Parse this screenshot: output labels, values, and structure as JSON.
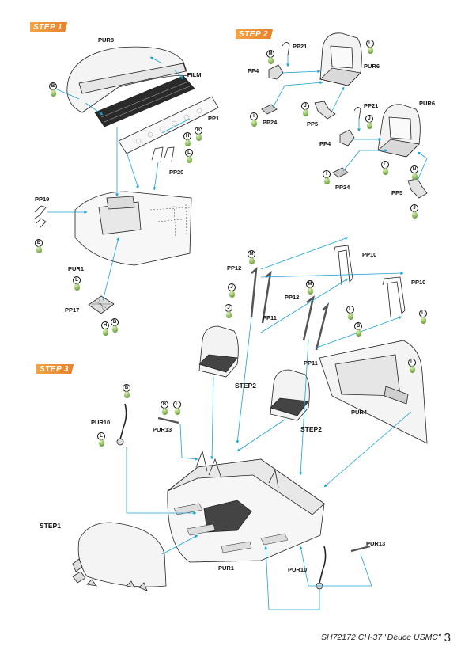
{
  "steps": {
    "step1": "STEP 1",
    "step2": "STEP 2",
    "step3": "STEP 3"
  },
  "parts": {
    "pur8": "PUR8",
    "film": "FILM",
    "pp1": "PP1",
    "pp20": "PP20",
    "pp19": "PP19",
    "pur1_a": "PUR1",
    "pp17": "PP17",
    "pp21_a": "PP21",
    "pp4_a": "PP4",
    "pur6_a": "PUR6",
    "pp24_a": "PP24",
    "pp5_a": "PP5",
    "pp21_b": "PP21",
    "pur6_b": "PUR6",
    "pp4_b": "PP4",
    "pp24_b": "PP24",
    "pp5_b": "PP5",
    "pp12_a": "PP12",
    "pp10_a": "PP10",
    "pp11_a": "PP11",
    "pp12_b": "PP12",
    "pp10_b": "PP10",
    "pp11_b": "PP11",
    "step2_ref_a": "STEP2",
    "step2_ref_b": "STEP2",
    "pur4": "PUR4",
    "pur10_a": "PUR10",
    "pur13_a": "PUR13",
    "step1_ref": "STEP1",
    "pur1_b": "PUR1",
    "pur10_b": "PUR10",
    "pur13_b": "PUR13"
  },
  "paint_codes": [
    "B",
    "H",
    "L",
    "M",
    "I",
    "J",
    "N"
  ],
  "paint_dot_color": "#8bbb59",
  "accent_color": "#e7812a",
  "leader_color": "#1aa3d4",
  "footer": {
    "title": "SH72172 CH-37 \"Deuce USMC\"",
    "page": "3"
  }
}
